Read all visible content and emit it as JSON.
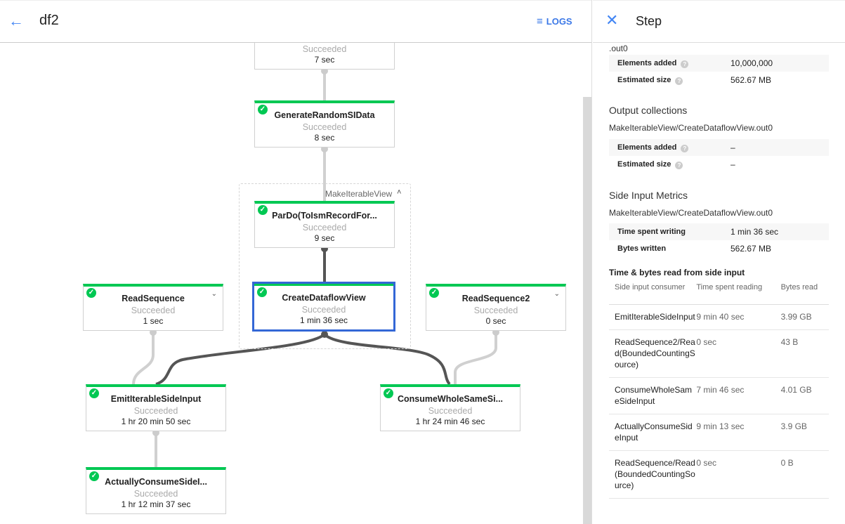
{
  "header": {
    "title": "df2",
    "logs_label": "LOGS"
  },
  "graph": {
    "group_label": "MakeIterableView",
    "nodes": [
      {
        "id": "top",
        "name": "",
        "status": "Succeeded",
        "time": "7 sec"
      },
      {
        "id": "gen",
        "name": "GenerateRandomSIData",
        "status": "Succeeded",
        "time": "8 sec"
      },
      {
        "id": "pardo",
        "name": "ParDo(ToIsmRecordFor...",
        "status": "Succeeded",
        "time": "9 sec"
      },
      {
        "id": "create",
        "name": "CreateDataflowView",
        "status": "Succeeded",
        "time": "1 min 36 sec",
        "selected": true
      },
      {
        "id": "rs",
        "name": "ReadSequence",
        "status": "Succeeded",
        "time": "1 sec",
        "expandable": true
      },
      {
        "id": "rs2",
        "name": "ReadSequence2",
        "status": "Succeeded",
        "time": "0 sec",
        "expandable": true
      },
      {
        "id": "emit",
        "name": "EmitIterableSideInput",
        "status": "Succeeded",
        "time": "1 hr 20 min 50 sec"
      },
      {
        "id": "consume",
        "name": "ConsumeWholeSameSi...",
        "status": "Succeeded",
        "time": "1 hr 24 min 46 sec"
      },
      {
        "id": "actually",
        "name": "ActuallyConsumeSideI...",
        "status": "Succeeded",
        "time": "1 hr 12 min 37 sec"
      }
    ],
    "colors": {
      "success": "#00c853",
      "selected": "#3367d6",
      "edge_active": "#555555",
      "edge_inactive": "#d0d0d0"
    }
  },
  "panel": {
    "title": "Step",
    "input_partial": ".out0",
    "input_metrics": [
      {
        "label": "Elements added",
        "value": "10,000,000"
      },
      {
        "label": "Estimated size",
        "value": "562.67 MB"
      }
    ],
    "output_heading": "Output collections",
    "output_path": "MakeIterableView/CreateDataflowView.out0",
    "output_metrics": [
      {
        "label": "Elements added",
        "value": "–"
      },
      {
        "label": "Estimated size",
        "value": "–"
      }
    ],
    "side_heading": "Side Input Metrics",
    "side_path": "MakeIterableView/CreateDataflowView.out0",
    "side_metrics": [
      {
        "label": "Time spent writing",
        "value": "1 min 36 sec"
      },
      {
        "label": "Bytes written",
        "value": "562.67 MB"
      }
    ],
    "read_heading": "Time & bytes read from side input",
    "columns": [
      "Side input consumer",
      "Time spent reading",
      "Bytes read"
    ],
    "rows": [
      [
        "EmitIterableSideInput",
        "9 min 40 sec",
        "3.99 GB"
      ],
      [
        "ReadSequence2/Read(BoundedCountingSource)",
        "0 sec",
        "43 B"
      ],
      [
        "ConsumeWholeSameSideInput",
        "7 min 46 sec",
        "4.01 GB"
      ],
      [
        "ActuallyConsumeSideInput",
        "9 min 13 sec",
        "3.9 GB"
      ],
      [
        "ReadSequence/Read(BoundedCountingSource)",
        "0 sec",
        "0 B"
      ]
    ]
  }
}
